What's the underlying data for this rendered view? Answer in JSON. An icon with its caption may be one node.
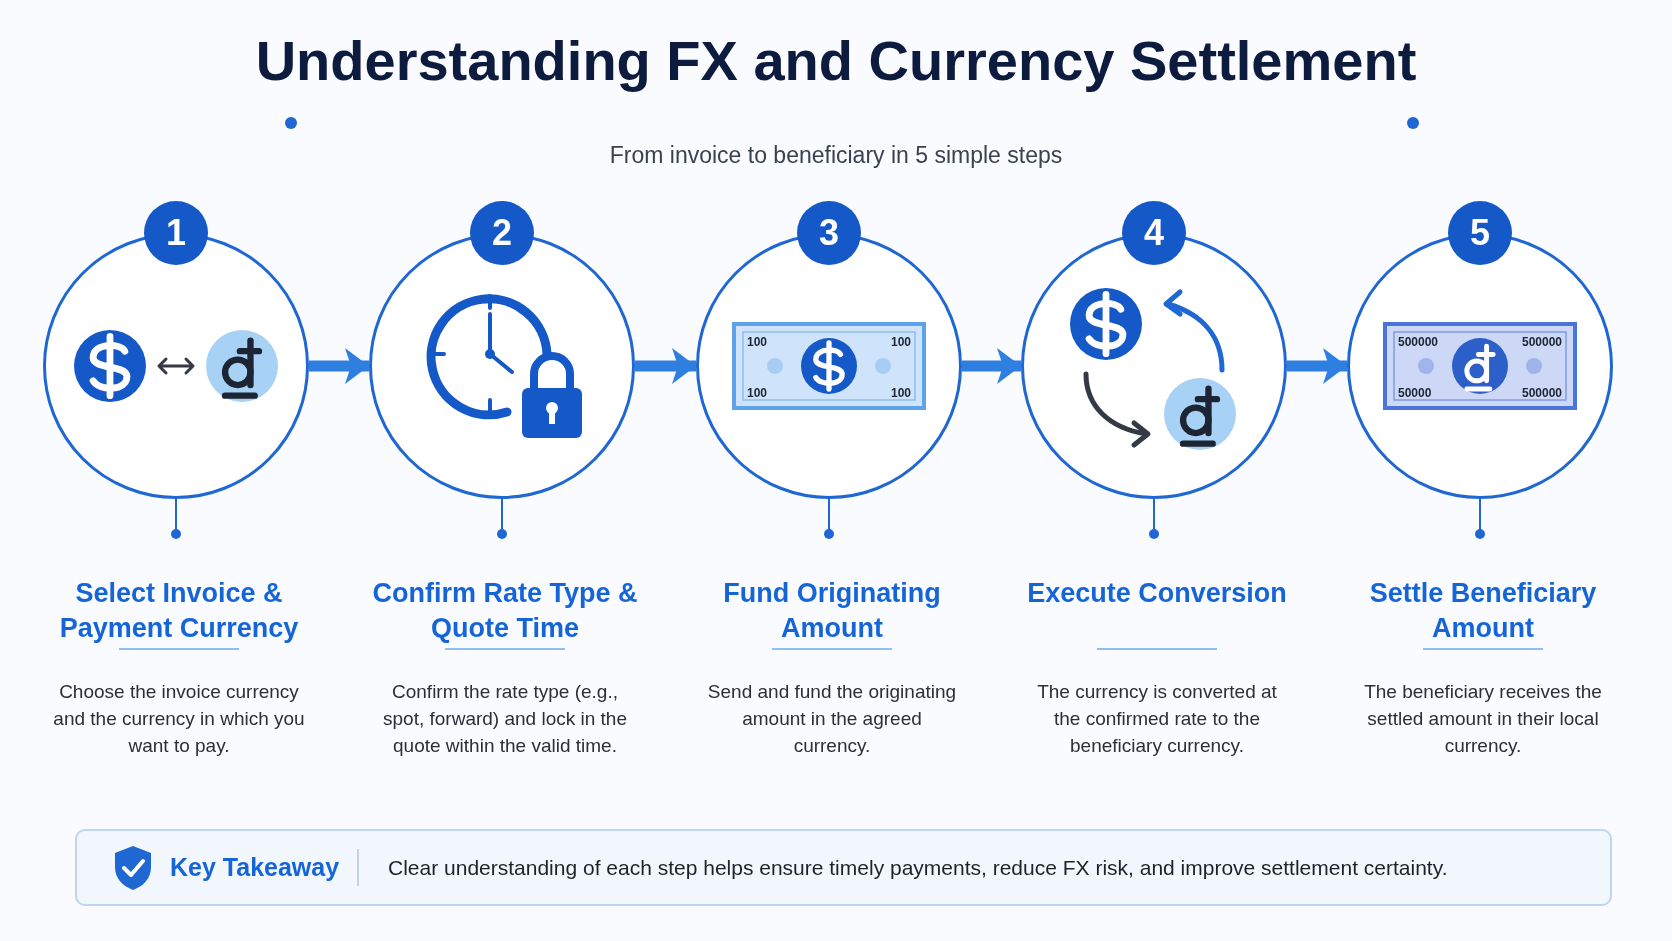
{
  "diagram": {
    "title": "Understanding FX and Currency Settlement",
    "nodes": [
      {
        "text": [
          "1",
          "Select Invoice & Payment Currency",
          "Choose the invoice currency and the currency in which you want to pay."
        ]
      },
      {
        "text": [
          "2",
          "Confirm Rate Type & Quote Time",
          "Confirm the rate type (e.g., spot, forward) and lock in the quote within the valid time."
        ]
      },
      {
        "text": [
          "3",
          "Fund Originating Amount",
          "Send and fund the originating amount in the agreed currency."
        ]
      },
      {
        "text": [
          "4",
          "Execute Conversion",
          "The currency is converted at the confirmed rate to the beneficiary currency."
        ]
      },
      {
        "text": [
          "5",
          "Settle Beneficiary Amount",
          "The beneficiary receives the settled amount in their local currency."
        ]
      },
      {
        "text": [
          "Key Takeaway",
          "Clear understanding of each step helps ensure timely payments, reduce FX risk, and improve settlement certainty."
        ]
      }
    ],
    "edges": [
      {
        "from": 0,
        "to": 1,
        "arrow": "to"
      },
      {
        "from": 1,
        "to": 2,
        "arrow": "to"
      },
      {
        "from": 2,
        "to": 3,
        "arrow": "to"
      },
      {
        "from": 3,
        "to": 4,
        "arrow": "to"
      }
    ],
    "labels": [
      "From invoice to beneficiary in 5 simple steps",
      "100",
      "100",
      "100",
      "100",
      "500000",
      "500000",
      "50000",
      "500000"
    ]
  }
}
